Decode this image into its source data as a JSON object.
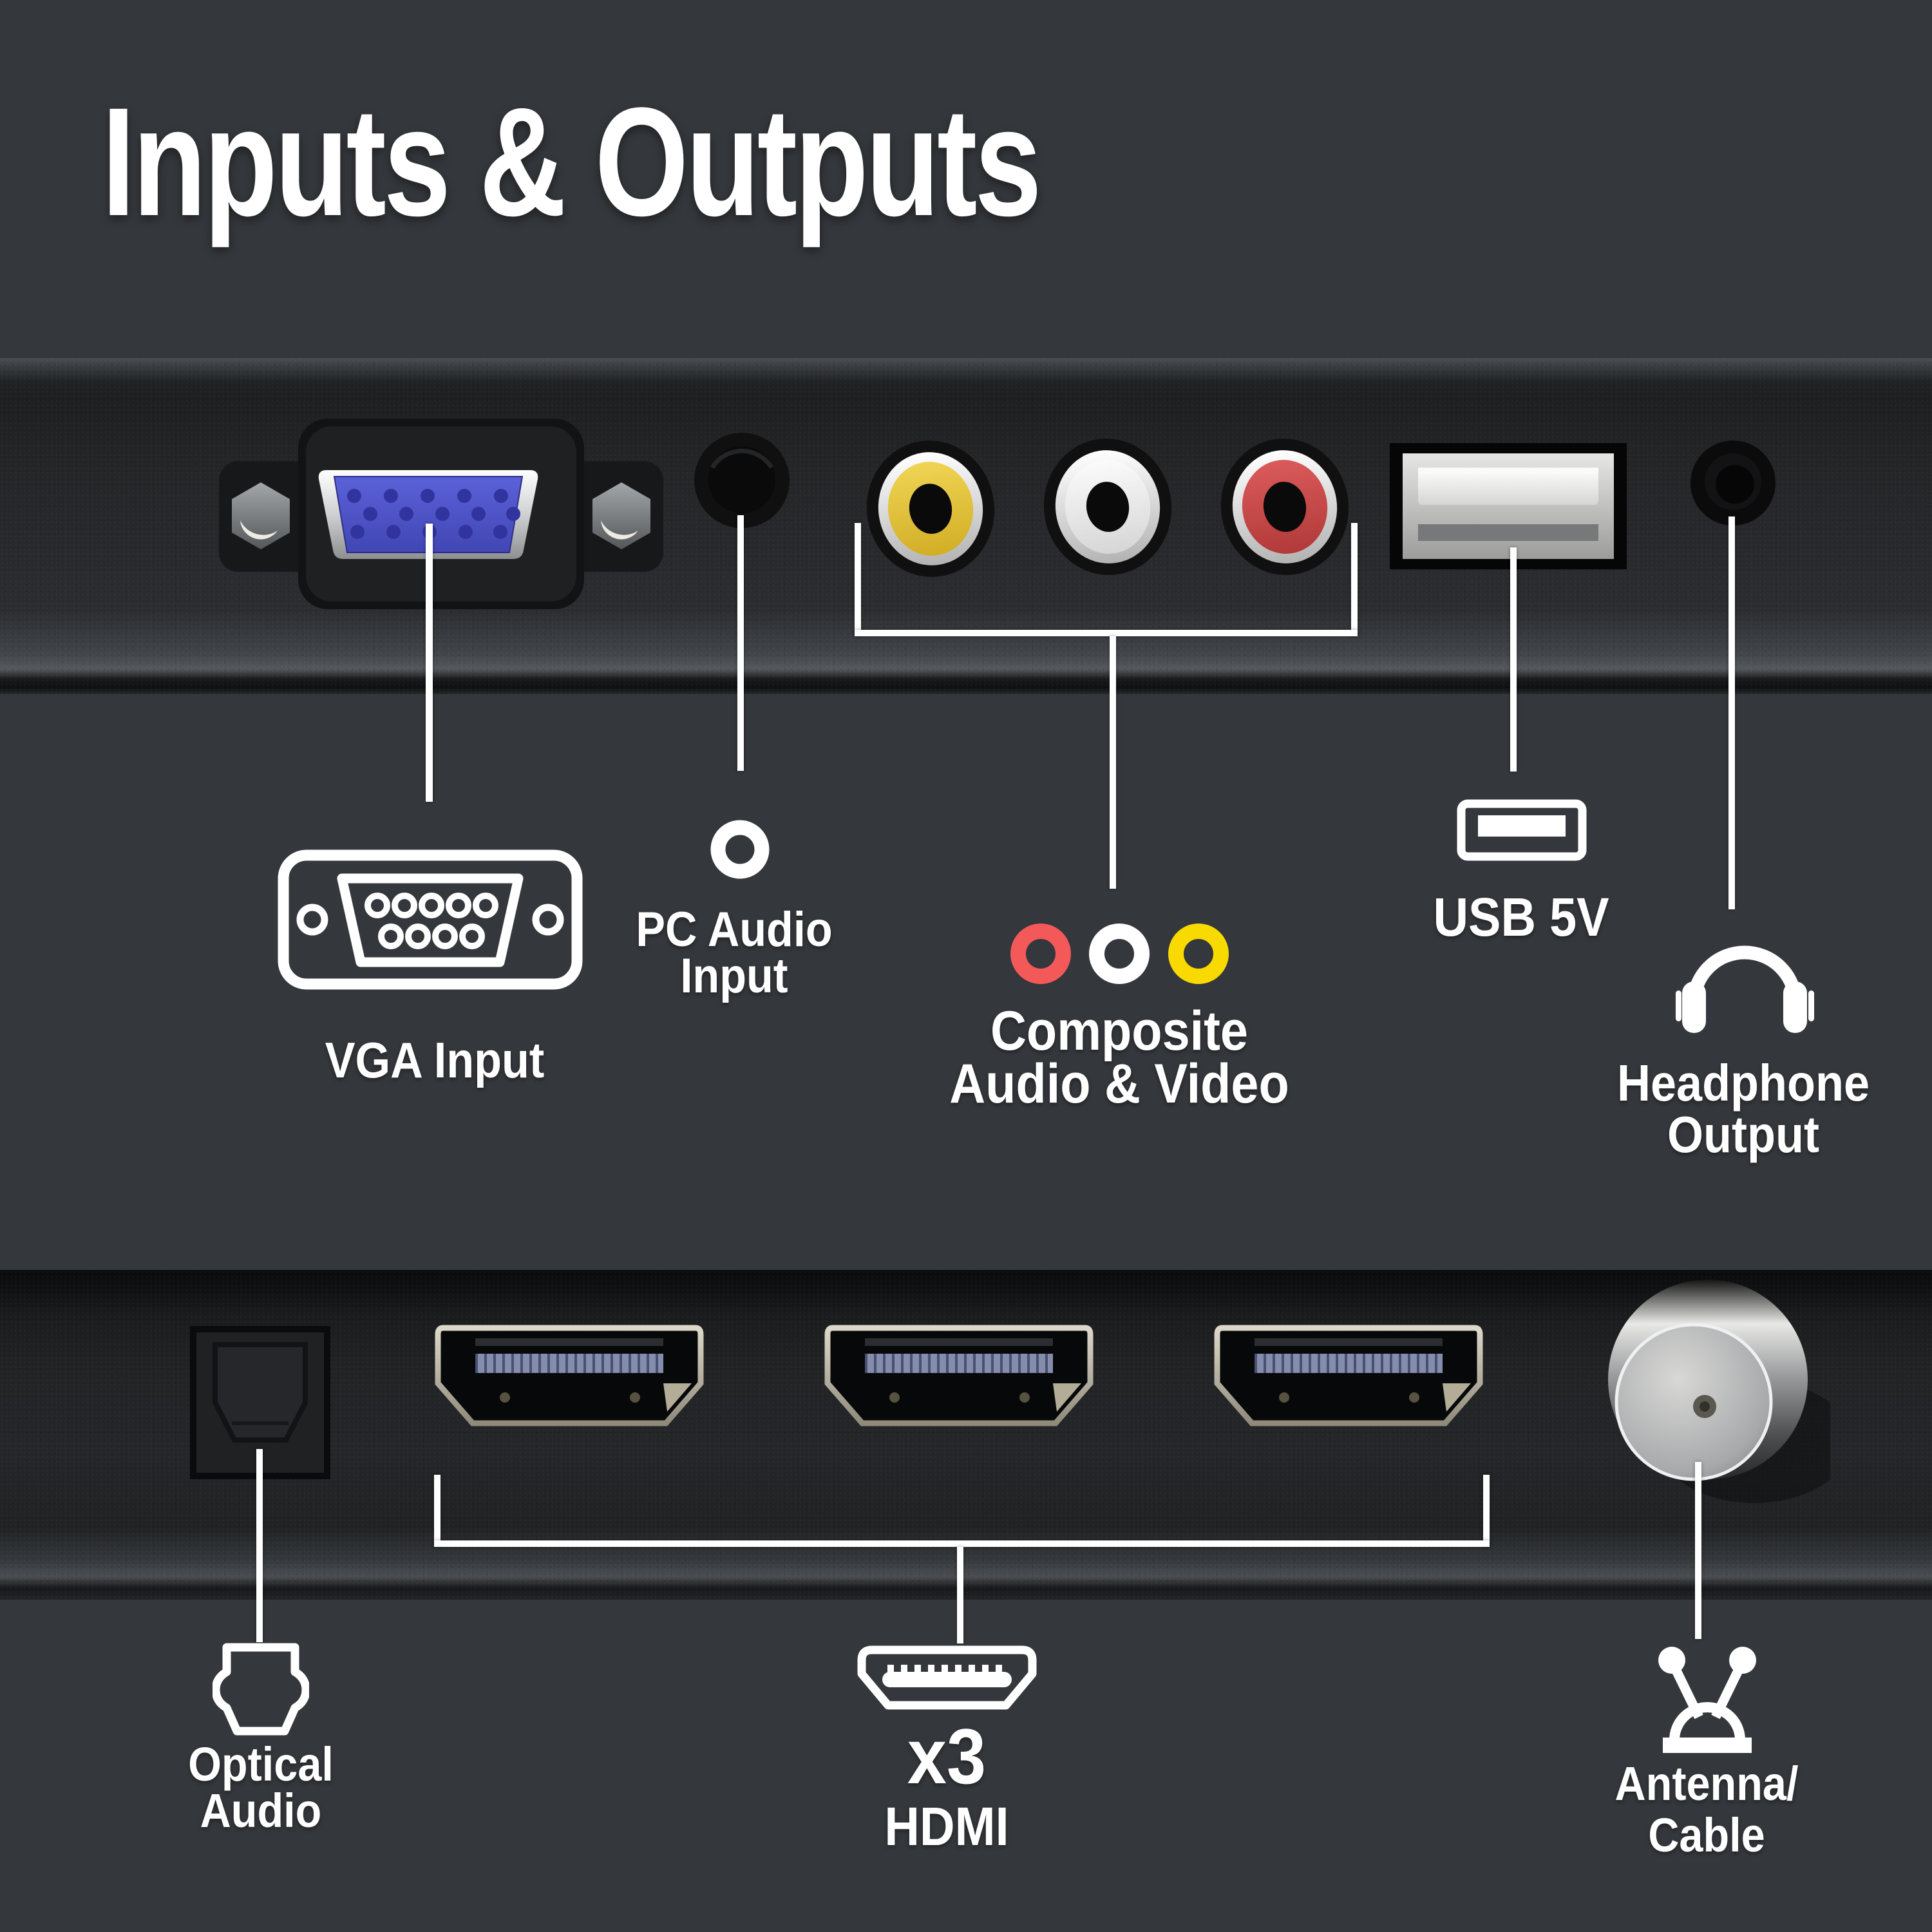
{
  "title": "Inputs & Outputs",
  "labels": {
    "vga": "VGA Input",
    "pc_audio_line1": "PC Audio",
    "pc_audio_line2": "Input",
    "composite_line1": "Composite",
    "composite_line2": "Audio & Video",
    "usb": "USB 5V",
    "headphone_line1": "Headphone",
    "headphone_line2": "Output",
    "optical_line1": "Optical",
    "optical_line2": "Audio",
    "hdmi_qty": "x3",
    "hdmi_name": "HDMI",
    "antenna_line1": "Antenna/",
    "antenna_line2": "Cable"
  },
  "colors": {
    "background": "#34373b",
    "panel_dark": "#232527",
    "text": "#ffffff",
    "callout_line": "#ffffff",
    "rca_yellow_port": "#e9c83e",
    "rca_red_port": "#cf4a4a",
    "icon_red": "#f4595a",
    "icon_yellow": "#f8d900",
    "vga_blue": "#4b50c5"
  }
}
